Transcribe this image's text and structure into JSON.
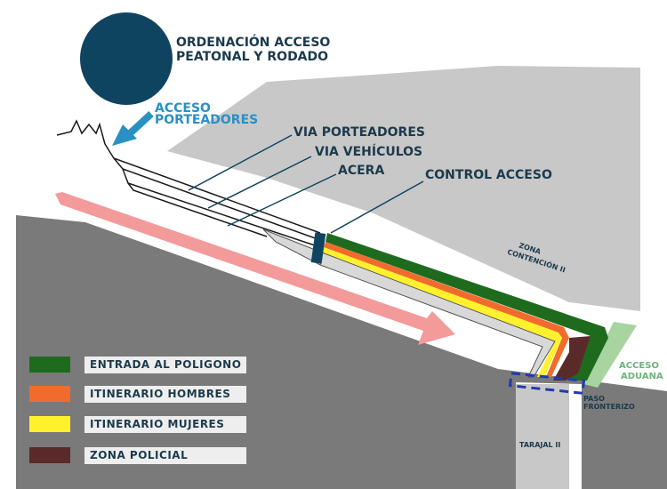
{
  "title": {
    "line1": "ORDENACIÓN ACCESO",
    "line2": "PEATONAL Y RODADO"
  },
  "labels": {
    "acceso_porteadores_1": "ACCESO",
    "acceso_porteadores_2": "PORTEADORES",
    "via_porteadores": "VIA PORTEADORES",
    "via_vehiculos": "VIA VEHÍCULOS",
    "acera": "ACERA",
    "control_acceso": "CONTROL ACCESO",
    "zona_contencion_1": "ZONA",
    "zona_contencion_2": "CONTENCIÓN II",
    "acceso_aduana_1": "ACCESO",
    "acceso_aduana_2": "ADUANA",
    "paso_fronterizo_1": "PASO",
    "paso_fronterizo_2": "FRONTERIZO",
    "tarajal": "TARAJAL II"
  },
  "legend": [
    {
      "label": "ENTRADA AL POLIGONO",
      "color": "#1e6b1e"
    },
    {
      "label": "ITINERARIO HOMBRES",
      "color": "#f26b2e"
    },
    {
      "label": "ITINERARIO MUJERES",
      "color": "#fff12e"
    },
    {
      "label": "ZONA POLICIAL",
      "color": "#5a2a2a"
    }
  ],
  "colors": {
    "dark_blue": "#0f4461",
    "arrow_blue": "#2a90c4",
    "pink_arrow": "#f39a9a",
    "gray_light": "#c8c8c8",
    "gray_dark": "#7a7a7a",
    "aduana_green": "#a8d4a0",
    "text_dark": "#1c3a4c"
  }
}
